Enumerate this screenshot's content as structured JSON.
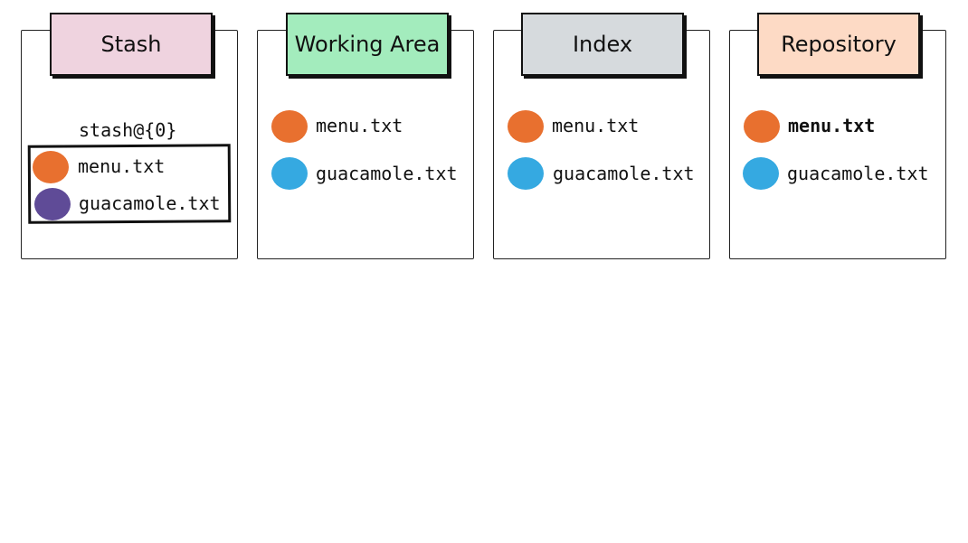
{
  "colors": {
    "stash_tab": "#efd3df",
    "working_tab": "#a3ecbd",
    "index_tab": "#d6dadd",
    "repo_tab": "#fddac5",
    "orange": "#e8702f",
    "blue": "#35a9e1",
    "purple": "#5f4b97"
  },
  "stash": {
    "title": "Stash",
    "entry_label": "stash@{0}",
    "files": [
      {
        "name": "menu.txt",
        "color": "orange"
      },
      {
        "name": "guacamole.txt",
        "color": "purple"
      }
    ]
  },
  "working": {
    "title": "Working Area",
    "files": [
      {
        "name": "menu.txt",
        "color": "orange"
      },
      {
        "name": "guacamole.txt",
        "color": "blue"
      }
    ]
  },
  "index": {
    "title": "Index",
    "files": [
      {
        "name": "menu.txt",
        "color": "orange"
      },
      {
        "name": "guacamole.txt",
        "color": "blue"
      }
    ]
  },
  "repository": {
    "title": "Repository",
    "files": [
      {
        "name": "menu.txt",
        "color": "orange"
      },
      {
        "name": "guacamole.txt",
        "color": "blue"
      }
    ]
  }
}
